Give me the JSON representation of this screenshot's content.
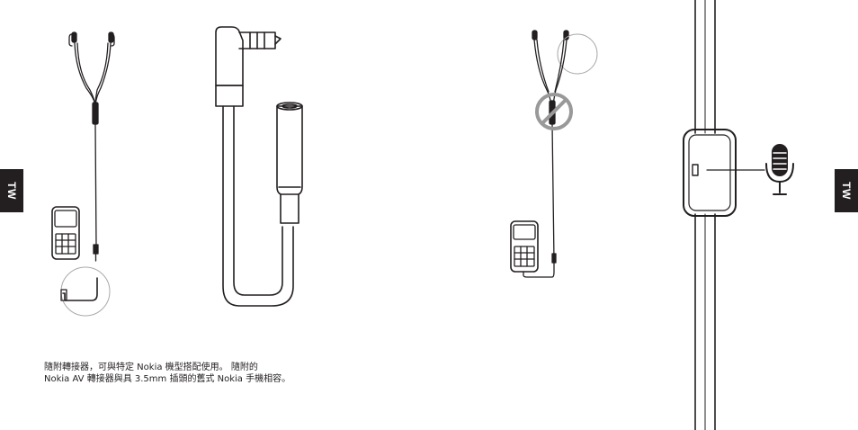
{
  "side_tab": {
    "left": "TW",
    "right": "TW"
  },
  "caption": {
    "line1": "隨附轉接器，可與特定  Nokia  機型搭配使用。 隨附的",
    "line2": "Nokia AV  轉接器與具  3.5mm  插頭的舊式  Nokia  手機相容。"
  },
  "colors": {
    "ink": "#231f20",
    "tab": "#231f20",
    "background": "#ffffff",
    "circle": "#aaaaaa",
    "prohibit": "#999999"
  }
}
